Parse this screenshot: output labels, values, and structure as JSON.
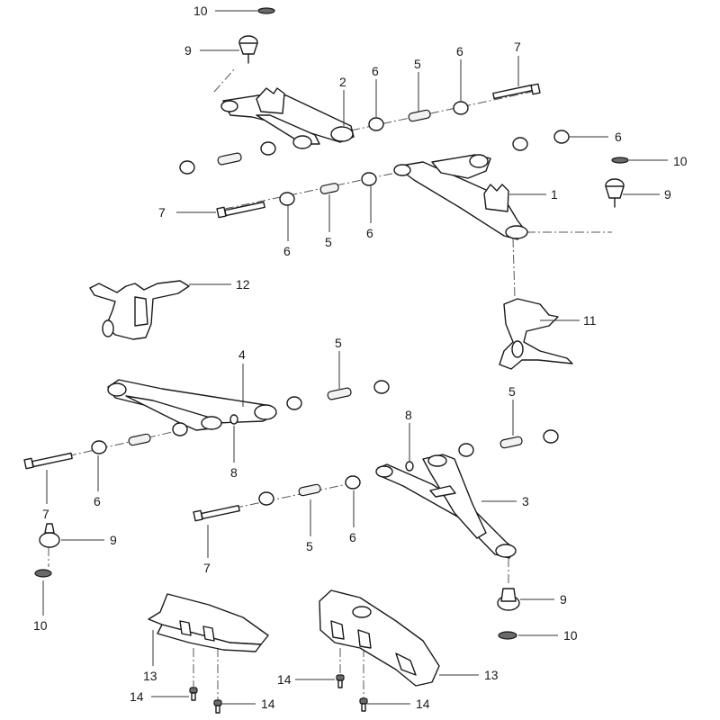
{
  "diagram": {
    "callouts": {
      "c01": "10",
      "c02": "9",
      "c03": "2",
      "c04": "6",
      "c05": "5",
      "c06": "6",
      "c07": "7",
      "c08": "6",
      "c09": "10",
      "c10": "1",
      "c11": "9",
      "c12": "7",
      "c13": "6",
      "c14": "5",
      "c15": "6",
      "c16": "12",
      "c17": "11",
      "c18": "4",
      "c19": "5",
      "c20": "5",
      "c21": "8",
      "c22": "8",
      "c23": "3",
      "c24": "7",
      "c25": "6",
      "c26": "9",
      "c27": "7",
      "c28": "5",
      "c29": "6",
      "c30": "10",
      "c31": "9",
      "c32": "10",
      "c33": "13",
      "c34": "13",
      "c35": "14",
      "c36": "14",
      "c37": "14",
      "c38": "14"
    }
  }
}
